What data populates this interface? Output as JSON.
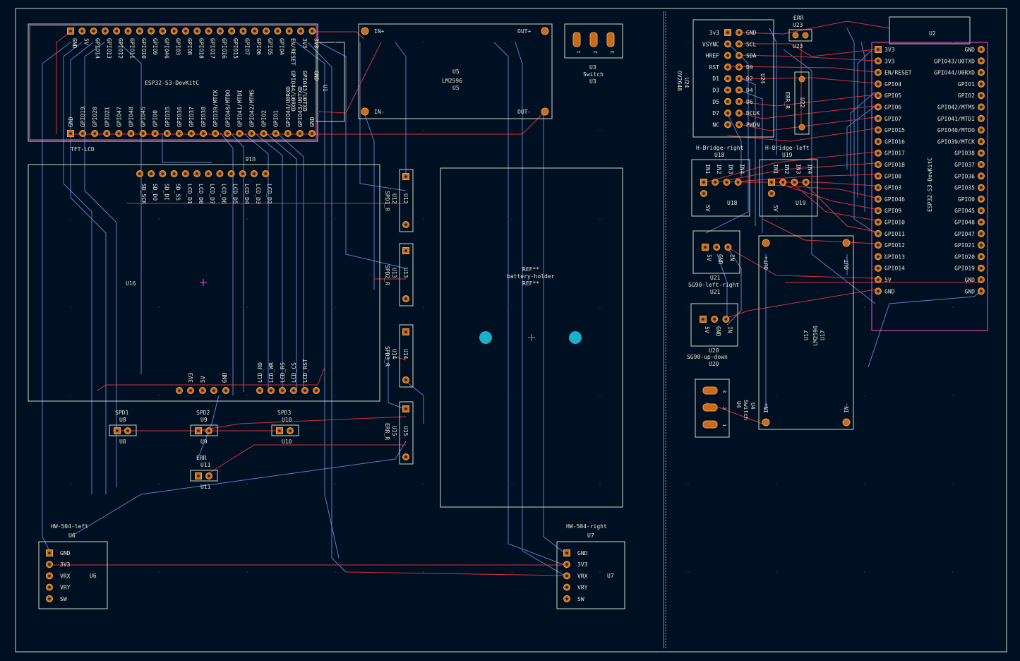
{
  "colors": {
    "background": "#001023",
    "silkscreen": "#e8e4cf",
    "fabrication": "#ff4dc8",
    "front_copper": "#d6303a",
    "back_copper": "#5b7fc4",
    "pad": "#c96a1c",
    "mount_hole": "#1ab0c8"
  },
  "left_board": {
    "esp32": {
      "name": "ESP32-S3-DevKitC",
      "ref": "U1",
      "top_pins": [
        "GND",
        "5V",
        "GPIO14",
        "GPIO13",
        "GPIO12",
        "GPIO11",
        "GPIO10",
        "GPIO9",
        "GPIO46",
        "GPIO3",
        "GPIO8",
        "GPIO18",
        "GPIO17",
        "GPIO16",
        "GPIO15",
        "GPIO7",
        "GPIO6",
        "GPIO5",
        "GPIO4",
        "EN/RESET",
        "3V3",
        "3V3"
      ],
      "top_pins_lower": [
        "",
        "",
        "",
        "",
        "",
        "",
        "",
        "",
        "",
        "",
        "",
        "",
        "",
        "",
        "",
        "",
        "",
        "",
        "",
        "GPIO44/U0RXD",
        "GPIO43/U0TXD",
        "GND"
      ],
      "bottom_pins": [
        "GND",
        "GPIO19",
        "GPIO20",
        "GPIO21",
        "GPIO47",
        "GPIO48",
        "GPIO45",
        "GPIO0",
        "GPIO35",
        "GPIO36",
        "GPIO37",
        "GPIO38",
        "GPIO39/MTCK",
        "GPIO40/MTDO",
        "GPIO41/MTDI",
        "GPIO42/MTMS",
        "GPIO2",
        "GPIO1",
        "GPIO44/U0RXD",
        "GPIO43/U0TXD",
        "GND"
      ]
    },
    "lm2596": {
      "name": "LM2596",
      "ref": "U5",
      "ref_top": "U5",
      "in_plus": "IN+",
      "in_minus": "IN-",
      "out_plus": "OUT+",
      "out_minus": "OUT-"
    },
    "switch": {
      "name": "Switch",
      "ref": "U3",
      "pins": [
        "1",
        "2",
        "3"
      ]
    },
    "tft": {
      "name": "TFT-LCD",
      "ref": "U16",
      "ref_top": "U16",
      "top_pins": [
        "SD_SCK",
        "SD_DO",
        "SD_DI",
        "SD_SS",
        "LCD_D1",
        "LCD_D0",
        "LCD_D7",
        "LCD_D6",
        "LCD_D5",
        "LCD_D4",
        "LCD_D3",
        "LCD_D2"
      ],
      "bottom_pins": [
        "3V3",
        "5V",
        "GND",
        "LCD_RD",
        "LCD_WR",
        "LCD_RS",
        "LCD_CS",
        "LCD_RST"
      ]
    },
    "side_parts": [
      {
        "label": "SPD1_R",
        "ref": "U12"
      },
      {
        "label": "SPD2_R",
        "ref": "U13"
      },
      {
        "label": "SPD3_R",
        "ref": "U14"
      },
      {
        "label": "ERR_R",
        "ref": "U15"
      }
    ],
    "leds": [
      {
        "label": "SPD1",
        "ref": "U8"
      },
      {
        "label": "SPD2",
        "ref": "U9"
      },
      {
        "label": "SPD3",
        "ref": "U10"
      },
      {
        "label": "ERR",
        "ref": "U11"
      }
    ],
    "battery": {
      "name": "battery-holder",
      "ref1": "REF**",
      "ref2": "REF**"
    },
    "joystick_left": {
      "name": "HW-504-left",
      "ref": "U6",
      "pins": [
        "GND",
        "3V3",
        "VRX",
        "VRY",
        "SW"
      ]
    },
    "joystick_right": {
      "name": "HW-504-right",
      "ref": "U7",
      "pins": [
        "GND",
        "3V3",
        "VRX",
        "VRY",
        "SW"
      ]
    }
  },
  "right_board": {
    "camera": {
      "name": "OV2640",
      "ref": "U24",
      "left_pins": [
        "3v3",
        "VSYNC",
        "HREF",
        "RST",
        "D1",
        "D3",
        "D5",
        "D7",
        "NC"
      ],
      "right_pins": [
        "GND",
        "SCL",
        "SDA",
        "D0",
        "D2",
        "D4",
        "D6",
        "DCLK",
        "PWDN"
      ]
    },
    "err_led": {
      "label": "ERR",
      "ref": "U23",
      "ref_bottom": "U23"
    },
    "err_res": {
      "label": "ERR_R",
      "ref": "U22"
    },
    "esp32": {
      "name": "ESP32-S3-DevKitC",
      "ref": "U2",
      "left_pins": [
        "3V3",
        "3V3",
        "EN/RESET",
        "GPIO4",
        "GPIO5",
        "GPIO6",
        "GPIO7",
        "GPIO15",
        "GPIO16",
        "GPIO17",
        "GPIO18",
        "GPIO8",
        "GPIO3",
        "GPIO46",
        "GPIO9",
        "GPIO10",
        "GPIO11",
        "GPIO12",
        "GPIO13",
        "GPIO14",
        "5V",
        "GND"
      ],
      "right_pins": [
        "GND",
        "GPIO43/U0TXD",
        "GPIO44/U0RXD",
        "GPIO1",
        "GPIO2",
        "GPIO42/MTMS",
        "GPIO41/MTDI",
        "GPIO40/MTDO",
        "GPIO39/MTCK",
        "GPIO38",
        "GPIO37",
        "GPIO36",
        "GPIO35",
        "GPIO0",
        "GPIO45",
        "GPIO48",
        "GPIO47",
        "GPIO21",
        "GPIO20",
        "GPIO19",
        "GND",
        "GND"
      ]
    },
    "hbridge_right": {
      "name": "H-Bridge-right",
      "ref": "U18",
      "pins": [
        "IN1",
        "IN2",
        "IN3",
        "IN4"
      ],
      "vpin": "5V"
    },
    "hbridge_left": {
      "name": "H-Bridge-left",
      "ref": "U19",
      "pins": [
        "IN1",
        "IN2",
        "IN3",
        "IN4"
      ],
      "vpin": "5V"
    },
    "servo_lr": {
      "name": "SG90-left-right",
      "ref": "U21",
      "pins": [
        "5V",
        "GND",
        "IN"
      ]
    },
    "servo_ud": {
      "name": "SG90-up-down",
      "ref": "U20",
      "pins": [
        "5V",
        "GND",
        "IN"
      ]
    },
    "switch": {
      "name": "Switch",
      "ref": "U4",
      "pins": [
        "3",
        "2",
        "1"
      ]
    },
    "lm2596": {
      "name": "LM2596",
      "ref": "U17",
      "out_plus": "OUT+",
      "out_minus": "OUT-",
      "in_plus": "IN+",
      "in_minus": "IN-"
    }
  }
}
